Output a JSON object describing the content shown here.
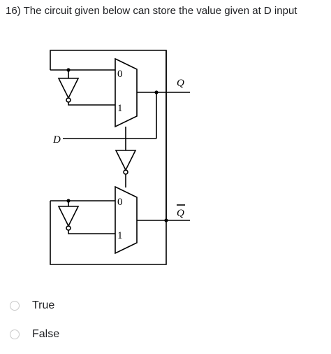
{
  "question": {
    "text": "16) The circuit given below can store the value given at D input"
  },
  "diagram": {
    "labels": {
      "input": "D",
      "output": "Q",
      "output_inverted": "Q",
      "mux_top_sel0": "0",
      "mux_top_sel1": "1",
      "mux_bottom_sel0": "0",
      "mux_bottom_sel1": "1"
    }
  },
  "options": [
    {
      "label": "True",
      "selected": false
    },
    {
      "label": "False",
      "selected": false
    }
  ]
}
